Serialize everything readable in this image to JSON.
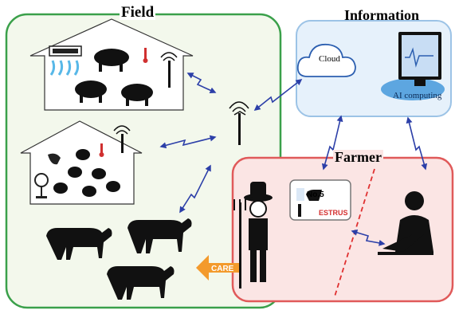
{
  "labels": {
    "field": "Field",
    "information": "Information",
    "farmer": "Farmer",
    "cloud": "Cloud",
    "ai_computing": "AI computing",
    "care": "CARE",
    "phone_no": "No.5",
    "phone_status": "ESTRUS"
  },
  "colors": {
    "field_border": "#3aa04a",
    "field_fill": "#f3f8ec",
    "info_fill": "#e6f1fb",
    "info_border": "#9cc3e6",
    "farmer_fill": "#fbe5e4",
    "farmer_border": "#e05a5a",
    "link": "#2c3fa8",
    "care_arrow": "#f39a2c"
  }
}
